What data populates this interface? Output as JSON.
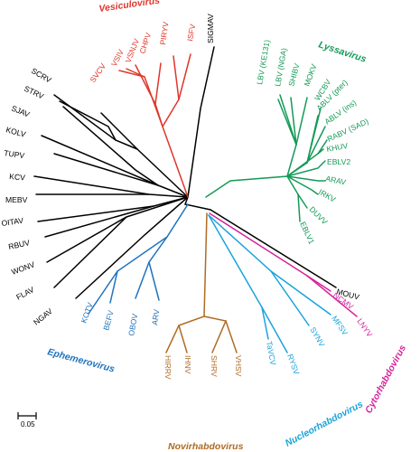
{
  "colors": {
    "black": "#000000",
    "vesiculovirus": "#e0362a",
    "lyssavirus": "#149a57",
    "ephemerovirus": "#1f73bd",
    "novirhabdovirus": "#b06b22",
    "nucleorhabdovirus": "#1aa3dc",
    "cytorhabdovirus": "#d6249b"
  },
  "genera": {
    "vesiculovirus": "Vesiculovirus",
    "lyssavirus": "Lyssavirus",
    "ephemerovirus": "Ephemerovirus",
    "novirhabdovirus": "Novirhabdovirus",
    "nucleorhabdovirus": "Nucleorhabdovirus",
    "cytorhabdovirus": "Cytorhabdovirus"
  },
  "scale_bar": {
    "label": "0.05"
  },
  "leaves": {
    "sigmav": "SIGMAV",
    "isfv": "ISFV",
    "piryv": "PIRYV",
    "chpv": "CHPV",
    "vsnjv": "VSNJV",
    "vsiv": "VSIV",
    "svcv": "SVCV",
    "scrv": "SCRV",
    "strv": "STRV",
    "sjav": "SJAV",
    "kolv": "KOLV",
    "tupv": "TUPV",
    "kcv": "KCV",
    "mebv": "MEBV",
    "oitav": "OITAV",
    "rbuv": "RBUV",
    "wonv": "WONV",
    "flav": "FLAV",
    "ngav": "NGAV",
    "kotv": "KOTV",
    "befv": "BEFV",
    "obov": "OBOV",
    "arv": "ARV",
    "hirrv": "HIRRV",
    "ihnv": "IHNV",
    "shrv": "SHRV",
    "vhsv": "VHSV",
    "tavcv": "TaVCV",
    "rysv": "RYSV",
    "synv": "SYNV",
    "mfsv": "MFSV",
    "lnyv": "LNYV",
    "ncmv": "NCMV",
    "mouv": "MOUV",
    "lbv_ke131": "LBV (KE131)",
    "lbv_nga": "LBV (NGA)",
    "shibv": "SHIBV",
    "mokv": "MOKV",
    "wcbv": "WCBV",
    "ablv_pter": "ABLV (pter)",
    "ablv_ins": "ABLV (ins)",
    "rabv_sad": "RABV (SAD)",
    "khuv": "KHUV",
    "eblv2": "EBLV2",
    "arav": "ARAV",
    "irkv": "IRKV",
    "duvv": "DUVV",
    "eblv1": "EBLV1"
  }
}
